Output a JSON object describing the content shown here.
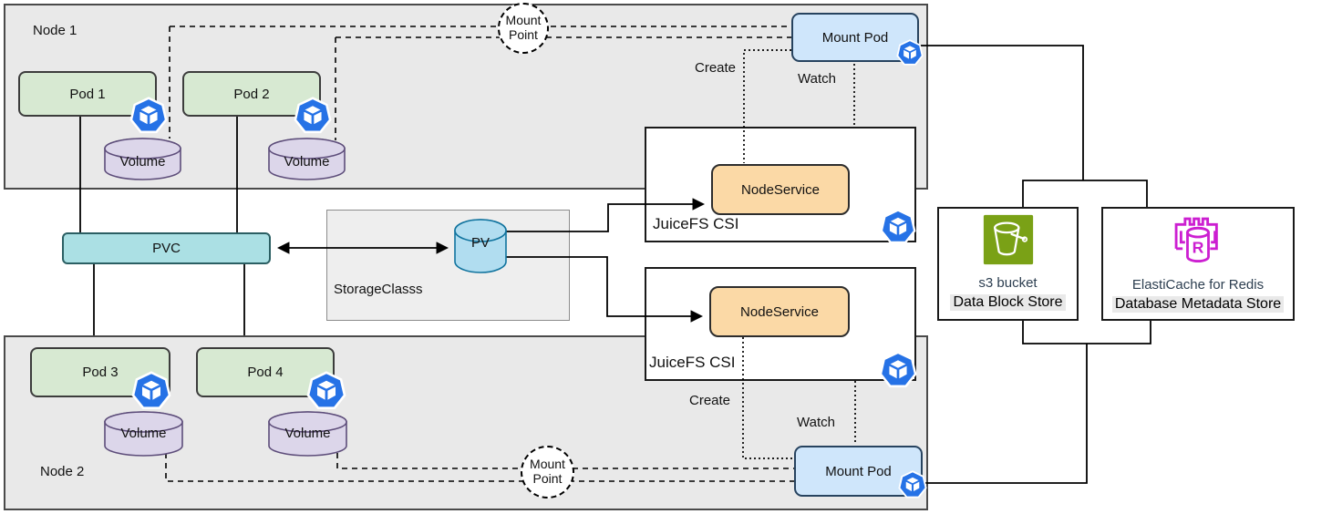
{
  "colors": {
    "node_gray": "#e9e9e9",
    "pod_green": "#d7e9d2",
    "volume_purple": "#dcd6ea",
    "pvc_teal": "#abe0e4",
    "pv_blue": "#b1ddf0",
    "mount_pod_blue": "#cfe6fb",
    "node_service_orange": "#fbd9a6",
    "kubernetes_blue": "#2672e6",
    "s3_green": "#7aa116",
    "redis_magenta": "#cc1fd1",
    "highlight_gray": "#e9e9e9"
  },
  "node1": {
    "label": "Node 1",
    "pods": [
      {
        "label": "Pod 1"
      },
      {
        "label": "Pod 2"
      }
    ],
    "volumes": [
      "Volume",
      "Volume"
    ],
    "mount_point": {
      "line1": "Mount",
      "line2": "Point"
    },
    "mount_pod": "Mount Pod",
    "create": "Create",
    "watch": "Watch"
  },
  "node2": {
    "label": "Node 2",
    "pods": [
      {
        "label": "Pod 3"
      },
      {
        "label": "Pod 4"
      }
    ],
    "volumes": [
      "Volume",
      "Volume"
    ],
    "mount_point": {
      "line1": "Mount",
      "line2": "Point"
    },
    "mount_pod": "Mount Pod",
    "create": "Create",
    "watch": "Watch"
  },
  "storage": {
    "pvc": "PVC",
    "storage_class": "StorageClasss",
    "pv": "PV"
  },
  "csi": [
    {
      "label": "JuiceFS CSI",
      "service": "NodeService"
    },
    {
      "label": "JuiceFS CSI",
      "service": "NodeService"
    }
  ],
  "backend": {
    "s3": {
      "name": "s3 bucket",
      "role": "Data Block Store"
    },
    "redis": {
      "name": "ElastiCache for Redis",
      "role": "Database Metadata Store"
    }
  },
  "icons": {
    "kubernetes": "kubernetes-pod-icon",
    "s3": "s3-bucket-icon",
    "redis": "elasticache-redis-icon"
  }
}
